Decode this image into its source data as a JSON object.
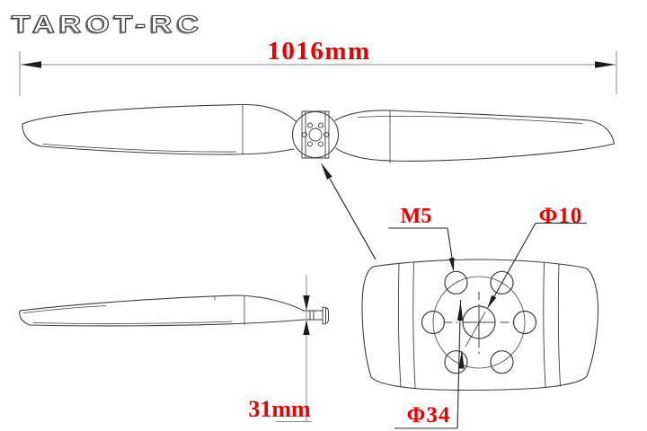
{
  "brand": {
    "logo_text": "TAROT-RC"
  },
  "drawing": {
    "labels": {
      "overall_length": "1016mm",
      "hub_thickness": "31mm",
      "mount_thread": "M5",
      "center_hole_diameter": "Φ10",
      "bolt_circle_diameter": "Φ34"
    },
    "colors": {
      "dimension_text": "#ee0000",
      "drawing_line": "#3f3f3f",
      "background": "#ffffff"
    }
  }
}
